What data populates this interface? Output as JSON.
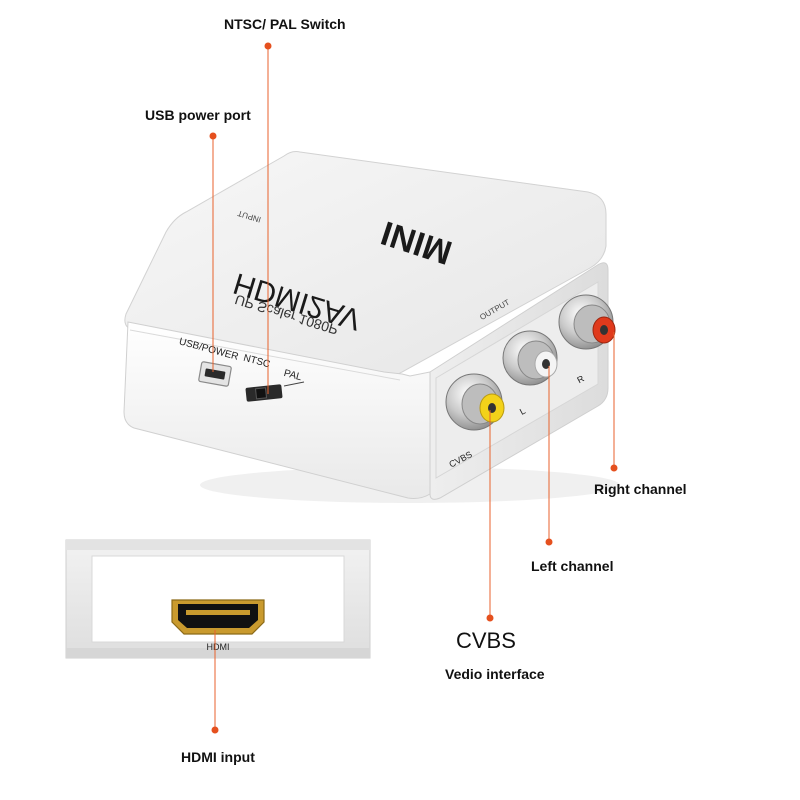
{
  "device": {
    "brand": "MINI",
    "model": "HDMI2AV",
    "subtitle": "UP Scaler 1080P",
    "labels": {
      "input": "INPUT",
      "output": "OUTPUT",
      "usb_power": "USB/POWER",
      "ntsc": "NTSC",
      "pal": "PAL",
      "cvbs_port": "CVBS",
      "left_port": "L",
      "right_port": "R",
      "hdmi_port": "HDMI"
    }
  },
  "callouts": {
    "ntsc_pal_switch": "NTSC/ PAL Switch",
    "usb_power_port": "USB power  port",
    "right_channel": "Right channel",
    "left_channel": "Left channel",
    "cvbs_title": "CVBS",
    "cvbs_subtitle": "Vedio interface",
    "hdmi_input": "HDMI input"
  },
  "colors": {
    "leader_line": "#e8622c",
    "leader_dot": "#e5501e",
    "rca_yellow": "#f3d21a",
    "rca_red": "#e03a1c",
    "rca_white": "#f4f4f4",
    "hdmi_gold": "#c99a2e"
  }
}
